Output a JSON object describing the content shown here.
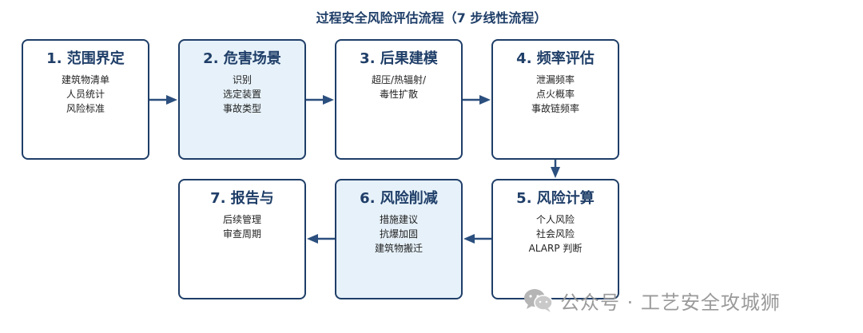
{
  "title": "过程安全风险评估流程（7 步线性流程）",
  "steps": [
    {
      "heading": "1. 范围界定",
      "lines": [
        "建筑物清单",
        "人员统计",
        "风险标准"
      ]
    },
    {
      "heading": "2. 危害场景",
      "lines": [
        "识别",
        "选定装置",
        "事故类型"
      ]
    },
    {
      "heading": "3. 后果建模",
      "lines": [
        "超压/热辐射/",
        "毒性扩散"
      ]
    },
    {
      "heading": "4. 频率评估",
      "lines": [
        "泄漏频率",
        "点火概率",
        "事故链频率"
      ]
    },
    {
      "heading": "5. 风险计算",
      "lines": [
        "个人风险",
        "社会风险",
        "ALARP 判断"
      ]
    },
    {
      "heading": "6. 风险削减",
      "lines": [
        "措施建议",
        "抗爆加固",
        "建筑物搬迁"
      ]
    },
    {
      "heading": "7. 报告与",
      "lines": [
        "后续管理",
        "审查周期"
      ]
    }
  ],
  "watermark": {
    "text": "公众号 · 工艺安全攻城狮",
    "icon": "wechat-icon"
  },
  "colors": {
    "border": "#1f3e68",
    "shaded": "#e6f1f9",
    "arrow": "#2b4f7e"
  }
}
